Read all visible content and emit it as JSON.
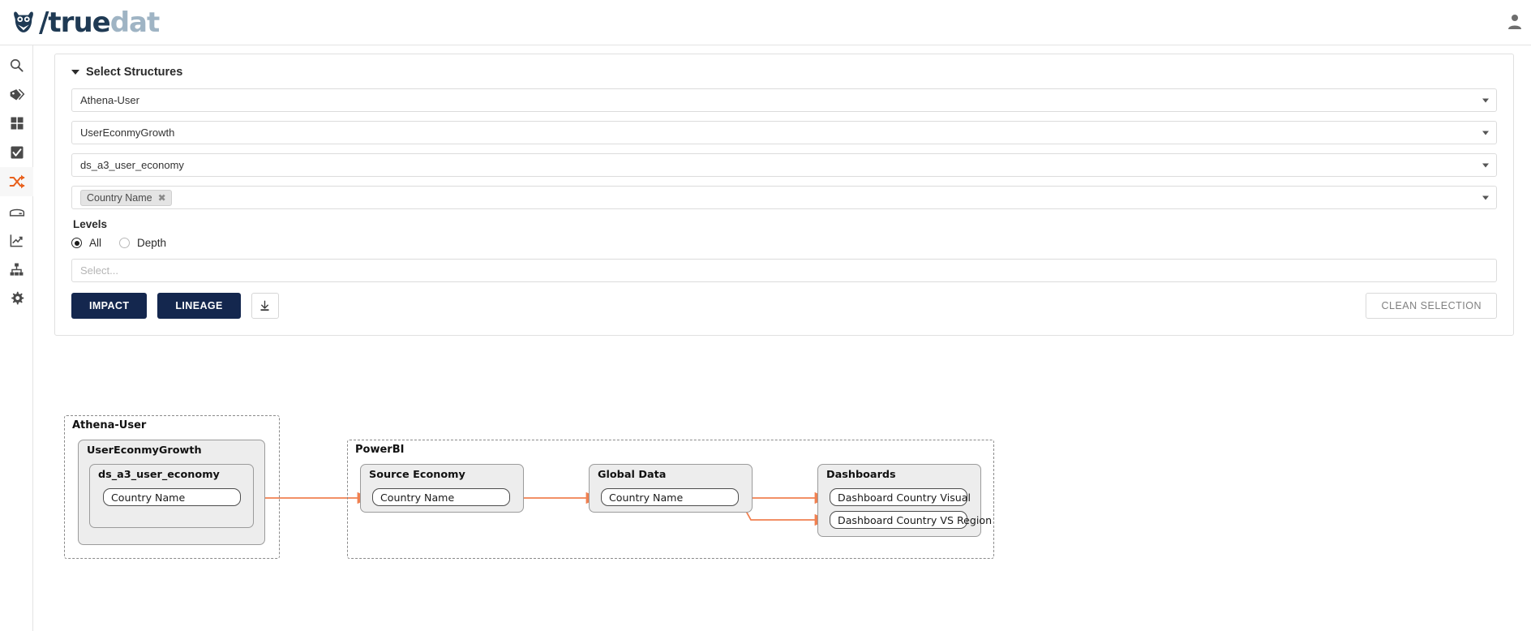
{
  "app": {
    "brand_slash": "/",
    "brand_true": "true",
    "brand_dat": "dat",
    "logo_icon": "owl-icon",
    "user_icon": "user-account-icon"
  },
  "sidebar": {
    "items": [
      {
        "name": "search",
        "icon": "search-icon",
        "active": false
      },
      {
        "name": "tags",
        "icon": "tags-icon",
        "active": false
      },
      {
        "name": "domains",
        "icon": "grid-icon",
        "active": false
      },
      {
        "name": "quality",
        "icon": "checkbox-icon",
        "active": false
      },
      {
        "name": "lineage",
        "icon": "shuffle-icon",
        "active": true
      },
      {
        "name": "data-sources",
        "icon": "database-icon",
        "active": false
      },
      {
        "name": "metrics",
        "icon": "chart-line-icon",
        "active": false
      },
      {
        "name": "structures",
        "icon": "hierarchy-icon",
        "active": false
      },
      {
        "name": "settings",
        "icon": "gear-icon",
        "active": false
      }
    ],
    "active_color": "#e8601c",
    "inactive_color": "#4a4a4a"
  },
  "panel": {
    "title": "Select Structures",
    "collapse_icon": "caret-down-icon",
    "selects": [
      {
        "name": "system-select",
        "value": "Athena-User"
      },
      {
        "name": "group-select",
        "value": "UserEconmyGrowth"
      },
      {
        "name": "structure-select",
        "value": "ds_a3_user_economy"
      }
    ],
    "fields_select": {
      "name": "fields-select",
      "chips": [
        {
          "label": "Country Name",
          "remove_icon": "close-icon"
        }
      ]
    },
    "levels": {
      "label": "Levels",
      "options": [
        {
          "label": "All",
          "selected": true
        },
        {
          "label": "Depth",
          "selected": false
        }
      ],
      "depth_select_placeholder": "Select..."
    },
    "buttons": {
      "impact": "IMPACT",
      "lineage": "LINEAGE",
      "download_icon": "download-icon",
      "clean_selection": "CLEAN SELECTION"
    }
  },
  "graph": {
    "edge_color": "#f08050",
    "groups": [
      {
        "name": "athena-user-group",
        "title": "Athena-User",
        "subgroups": [
          {
            "title": "UserEconmyGrowth",
            "subgroups": [
              {
                "title": "ds_a3_user_economy",
                "nodes": [
                  "Country Name"
                ]
              }
            ]
          }
        ]
      },
      {
        "name": "powerbi-group",
        "title": "PowerBI",
        "subgroups": [
          {
            "title": "Source Economy",
            "nodes": [
              "Country Name"
            ]
          },
          {
            "title": "Global Data",
            "nodes": [
              "Country Name"
            ]
          },
          {
            "title": "Dashboards",
            "nodes": [
              "Dashboard Country Visual",
              "Dashboard Country VS Region"
            ]
          }
        ]
      }
    ]
  }
}
